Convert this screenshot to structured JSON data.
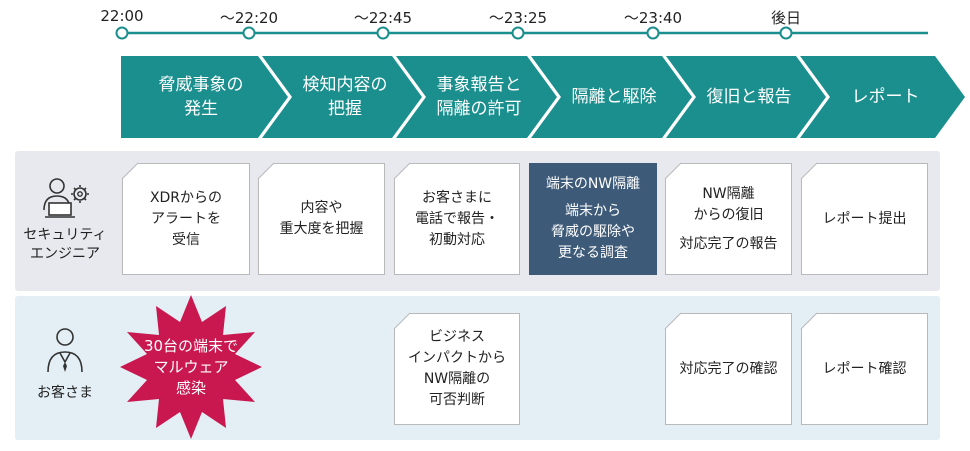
{
  "timeline": {
    "times": [
      "22:00",
      "〜22:20",
      "〜22:45",
      "〜23:25",
      "〜23:40",
      "後日"
    ]
  },
  "phases": [
    {
      "label": "脅威事象の\n発生"
    },
    {
      "label": "検知内容の\n把握"
    },
    {
      "label": "事象報告と\n隔離の許可"
    },
    {
      "label": "隔離と駆除"
    },
    {
      "label": "復旧と報告"
    },
    {
      "label": "レポート"
    }
  ],
  "roles": {
    "engineer": {
      "label": "セキュリティ\nエンジニア",
      "icon": "engineer-laptop-gear-icon"
    },
    "customer": {
      "label": "お客さま",
      "icon": "customer-person-icon"
    }
  },
  "engineer_tasks": [
    "XDRからの\nアラートを\n受信",
    "内容や\n重大度を把握",
    "お客さまに\n電話で報告・\n初動対応",
    {
      "title": "端末のNW隔離",
      "body": "端末から\n脅威の駆除や\n更なる調査"
    },
    {
      "title": "NW隔離\nからの復旧",
      "body": "対応完了の報告"
    },
    "レポート提出"
  ],
  "customer_tasks": {
    "incident": "30台の端末で\nマルウェア\n感染",
    "decision": "ビジネス\nインパクトから\nNW隔離の\n可否判断",
    "confirm": "対応完了の確認",
    "report": "レポート確認"
  },
  "colors": {
    "phase_teal": "#1b8e8e",
    "lane_engineer": "#e8e9ee",
    "lane_customer": "#e3eef5",
    "highlight_navy": "#3d5a78",
    "burst_crimson": "#c8184f"
  }
}
